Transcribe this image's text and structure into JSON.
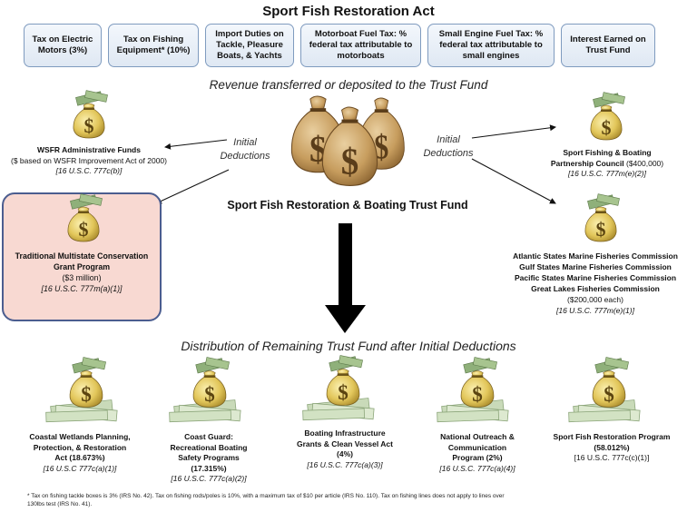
{
  "title": "Sport Fish Restoration Act",
  "sources": [
    {
      "label": "Tax on Electric Motors (3%)"
    },
    {
      "label": "Tax on Fishing Equipment* (10%)"
    },
    {
      "label": "Import Duties on Tackle, Pleasure Boats, & Yachts"
    },
    {
      "label": "Motorboat Fuel Tax: % federal tax attributable to motorboats"
    },
    {
      "label": "Small Engine Fuel Tax: % federal tax attributable to small engines"
    },
    {
      "label": "Interest Earned on Trust Fund"
    }
  ],
  "revenue_heading": "Revenue transferred or deposited to the Trust Fund",
  "initial_deductions_label": "Initial Deductions",
  "trust_fund_name": "Sport Fish Restoration & Boating Trust Fund",
  "left_deductions": {
    "wsfr": {
      "name": "WSFR Administrative Funds",
      "detail": "($ based on WSFR Improvement Act of 2000)",
      "citation": "[16 U.S.C. 777c(b)]"
    },
    "multistate": {
      "name_line1": "Traditional Multistate Conservation",
      "name_line2": "Grant Program",
      "amount": "($3 million)",
      "citation": "[16 U.S.C. 777m(a)(1)]"
    }
  },
  "right_deductions": {
    "council": {
      "name_line1": "Sport Fishing & Boating",
      "name_line2": "Partnership Council",
      "amount": "($400,000)",
      "citation": "[16 U.S.C. 777m(e)(2)]"
    },
    "commissions": {
      "names": [
        "Atlantic States Marine Fisheries Commission",
        "Gulf States Marine Fisheries Commission",
        "Pacific States Marine Fisheries Commission",
        "Great Lakes Fisheries Commission"
      ],
      "amount": "($200,000 each)",
      "citation": "[16 U.S.C. 777m(e)(1)]"
    }
  },
  "distribution_heading": "Distribution of Remaining Trust Fund after Initial Deductions",
  "distributions": [
    {
      "lines": [
        "Coastal Wetlands Planning,",
        "Protection, & Restoration",
        "Act (18.673%)"
      ],
      "citation": "[16 U.S.C 777c(a)(1)]"
    },
    {
      "lines": [
        "Coast Guard:",
        "Recreational Boating",
        "Safety Programs",
        "(17.315%)"
      ],
      "citation": "[16 U.S.C. 777c(a)(2)]"
    },
    {
      "lines": [
        "Boating Infrastructure",
        "Grants & Clean Vessel Act",
        "(4%)"
      ],
      "citation": "[16 U.S.C. 777c(a)(3)]"
    },
    {
      "lines": [
        "National Outreach &",
        "Communication",
        "Program (2%)"
      ],
      "citation": "[16 U.S.C. 777c(a)(4)]"
    },
    {
      "lines": [
        "Sport Fish Restoration Program",
        "(58.012%)"
      ],
      "citation": "[16 U.S.C. 777c(c)(1)]"
    }
  ],
  "footnote_line1": "* Tax on fishing tackle boxes is 3% (IRS No. 42).  Tax on fishing rods/poles is 10%, with a maximum tax of $10 per article (IRS No. 110).  Tax on fishing lines does not apply to lines over",
  "footnote_line2": "130lbs test (IRS No. 41).",
  "colors": {
    "box_border": "#7f9bbf",
    "highlight_fill": "#f8d9d2",
    "highlight_border": "#4b5d8f",
    "bag_fill": "#e8d27a",
    "cash_fill": "#cfe0c0"
  }
}
